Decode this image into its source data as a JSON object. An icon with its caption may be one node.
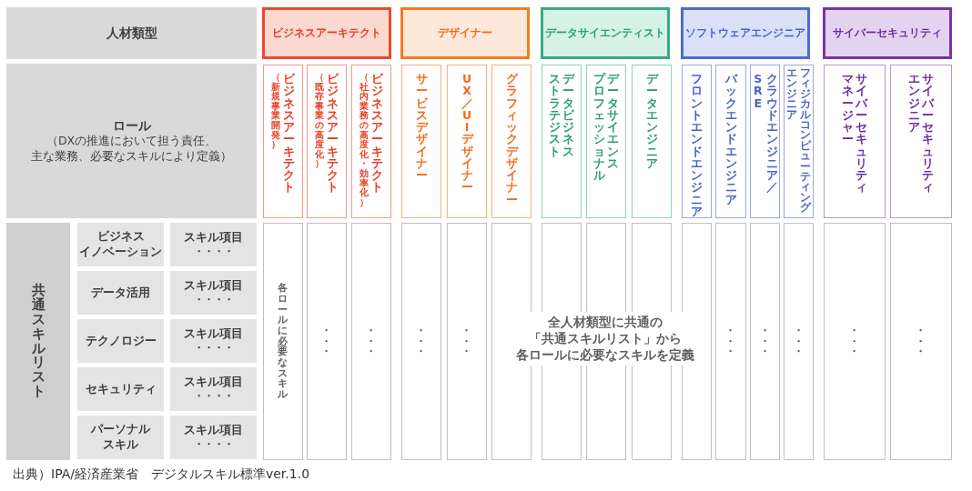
{
  "diagram": {
    "caption": "出典）IPA/経済産業省　デジタルスキル標準ver.1.0",
    "nodes": [
      {
        "text": [
          "人材類型"
        ]
      },
      {
        "text": [
          "ビジネスアーキテクト"
        ]
      },
      {
        "text": [
          "デザイナー"
        ]
      },
      {
        "text": [
          "データサイエンティスト"
        ]
      },
      {
        "text": [
          "ソフトウェアエンジニア"
        ]
      },
      {
        "text": [
          "サイバーセキュリティ"
        ]
      },
      {
        "text": [
          "ロール",
          "（DXの推進において担う責任、主な業務、必要なスキルにより定義）"
        ]
      },
      {
        "text": [
          "（新規事業開発）",
          "ビジネスアーキテクト"
        ]
      },
      {
        "text": [
          "（既存事業の高度化）",
          "ビジネスアーキテクト"
        ]
      },
      {
        "text": [
          "（社内業務の高度化・効率化）",
          "ビジネスアーキテクト"
        ]
      },
      {
        "text": [
          "サービスデザイナー"
        ]
      },
      {
        "text": [
          "UX／UIデザイナー"
        ]
      },
      {
        "text": [
          "グラフィックデザイナー"
        ]
      },
      {
        "text": [
          "ストラテジスト",
          "データビジネス"
        ]
      },
      {
        "text": [
          "プロフェッショナル",
          "データサイエンス"
        ]
      },
      {
        "text": [
          "データエンジニア"
        ]
      },
      {
        "text": [
          "フロントエンドエンジニア"
        ]
      },
      {
        "text": [
          "バックエンドエンジニア"
        ]
      },
      {
        "text": [
          "SRE",
          "クラウドエンジニア／"
        ]
      },
      {
        "text": [
          "エンジニア",
          "フィジカルコンピューティング"
        ]
      },
      {
        "text": [
          "マネージャー",
          "サイバーセキュリティ"
        ]
      },
      {
        "text": [
          "エンジニア",
          "サイバーセキュリティ"
        ]
      },
      {
        "text": [
          "共通スキルリスト"
        ]
      },
      {
        "text": [
          "ビジネスイノベーション"
        ]
      },
      {
        "text": [
          "スキル項目",
          "・・・・"
        ]
      },
      {
        "text": [
          "データ活用"
        ]
      },
      {
        "text": [
          "スキル項目",
          "・・・・"
        ]
      },
      {
        "text": [
          "テクノロジー"
        ]
      },
      {
        "text": [
          "スキル項目",
          "・・・・"
        ]
      },
      {
        "text": [
          "セキュリティ"
        ]
      },
      {
        "text": [
          "スキル項目",
          "・・・・"
        ]
      },
      {
        "text": [
          "パーソナルスキル"
        ]
      },
      {
        "text": [
          "スキル項目",
          "・・・・"
        ]
      },
      {
        "text": [
          "各ロールに必要なスキル"
        ]
      },
      {
        "text": [
          "・・・"
        ]
      },
      {
        "text": [
          "・・・"
        ]
      },
      {
        "text": [
          "・・・"
        ]
      },
      {
        "text": [
          "・・・"
        ]
      },
      {
        "text": [],
        "shape": "box"
      },
      {
        "text": [],
        "shape": "box"
      },
      {
        "text": [],
        "shape": "box"
      },
      {
        "text": [],
        "shape": "box"
      },
      {
        "text": [],
        "shape": "box"
      },
      {
        "text": [
          "・・・"
        ]
      },
      {
        "text": [
          "・・・"
        ]
      },
      {
        "text": [
          "・・・"
        ]
      },
      {
        "text": [
          "・・・"
        ]
      },
      {
        "text": [
          "・・・"
        ]
      }
    ],
    "labels": [
      "全人材類型に共通の「共通スキルリスト」から各ロールに必要なスキルを定義"
    ]
  }
}
